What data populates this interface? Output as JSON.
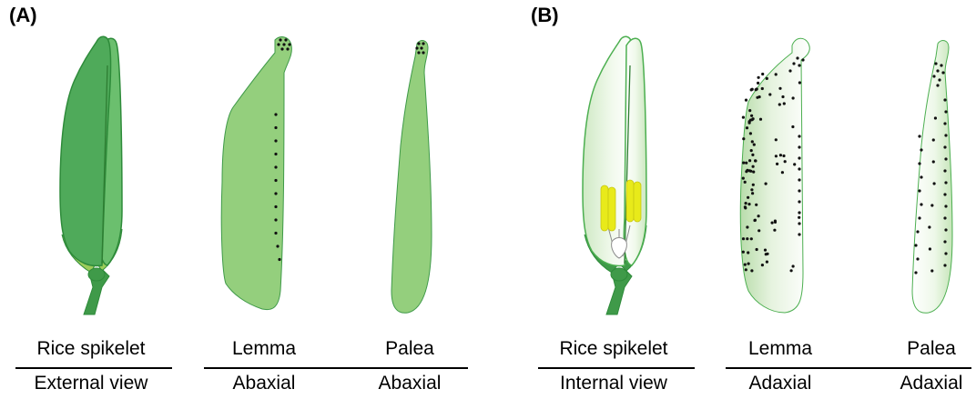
{
  "panels": [
    {
      "label": "(A)",
      "captions": [
        {
          "top": "Rice spikelet",
          "bottom": "External view"
        },
        {
          "top": "Lemma",
          "bottom": "Abaxial"
        },
        {
          "top": "Palea",
          "bottom": "Abaxial"
        }
      ]
    },
    {
      "label": "(B)",
      "captions": [
        {
          "top": "Rice spikelet",
          "bottom": "Internal view"
        },
        {
          "top": "Lemma",
          "bottom": "Adaxial"
        },
        {
          "top": "Palea",
          "bottom": "Adaxial"
        }
      ]
    }
  ],
  "colors": {
    "outer_dark": "#4faa5a",
    "outer_mid": "#6bbf6e",
    "organ_light": "#94cf7d",
    "stroke": "#2e8b3a",
    "rachilla": "#3f9a49",
    "glume": "#9ccc5a",
    "anther": "#e8ea1a",
    "inner_light": "#eaf5e4",
    "dot": "#111111"
  }
}
